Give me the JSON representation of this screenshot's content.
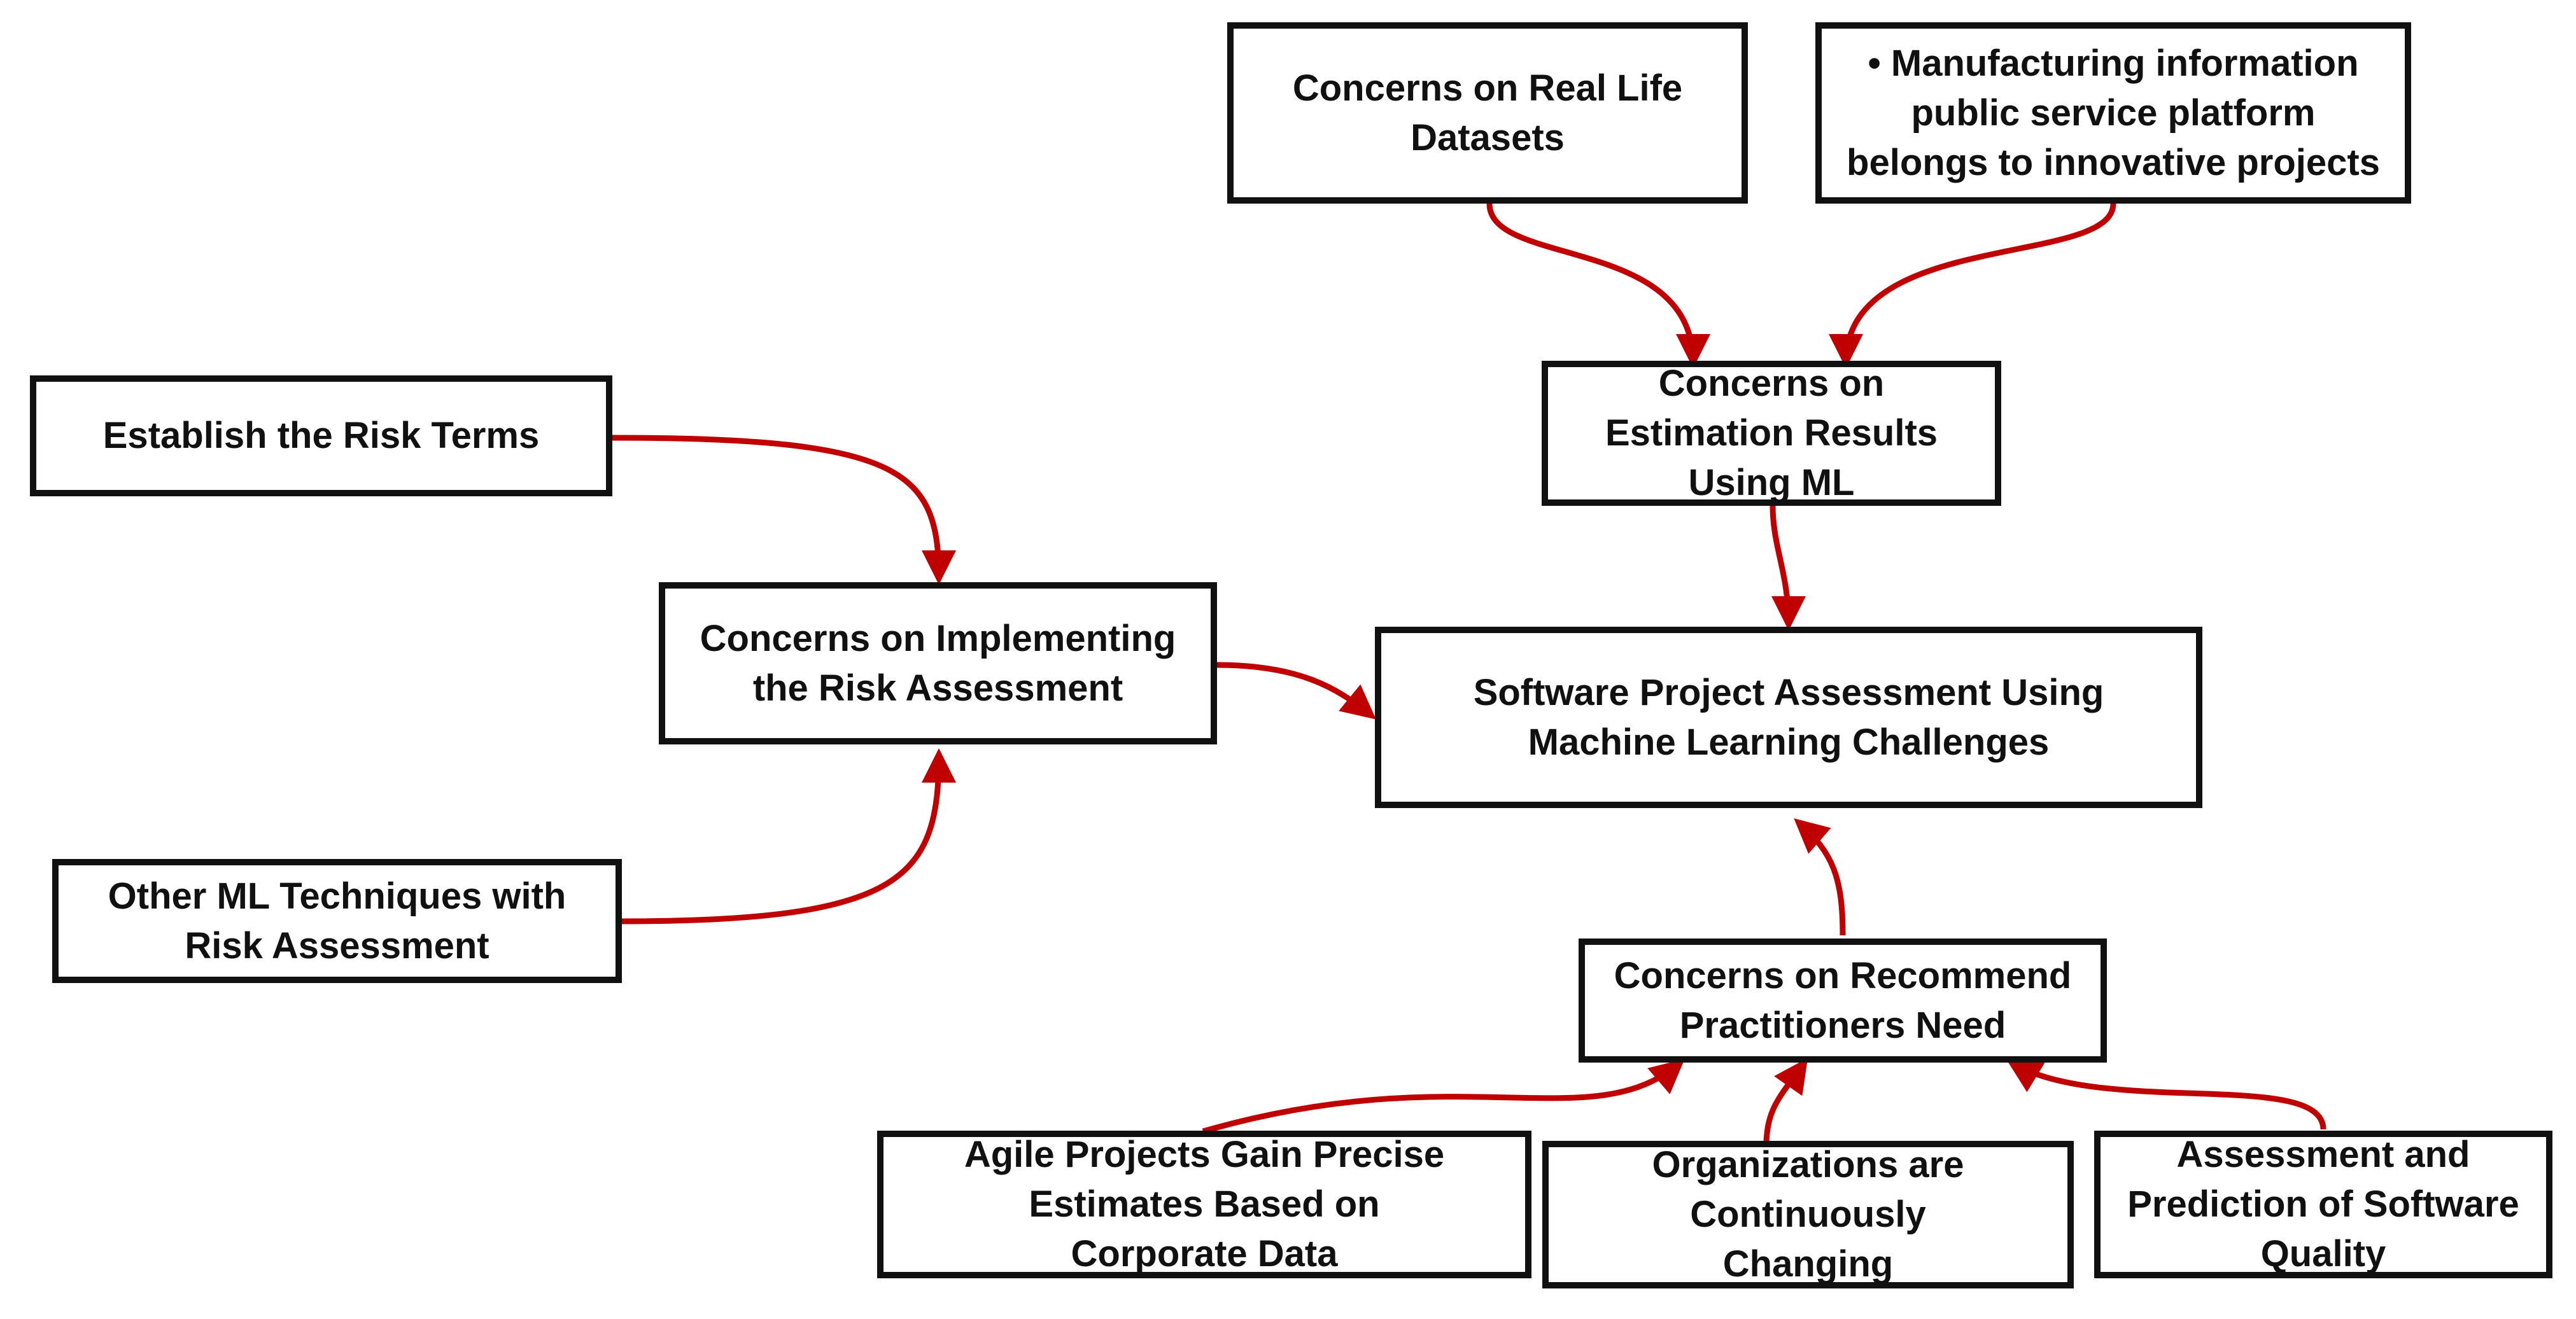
{
  "colors": {
    "arrow": "#c00000",
    "border": "#111111"
  },
  "nodes": {
    "real_life": {
      "text": "Concerns on Real Life\nDatasets"
    },
    "manufacturing": {
      "text": "• Manufacturing information\npublic service platform\nbelongs to innovative projects"
    },
    "estimation_results": {
      "text": "Concerns on\nEstimation Results\nUsing ML"
    },
    "risk_terms": {
      "text": "Establish the Risk Terms"
    },
    "implementing_risk": {
      "text": "Concerns on Implementing\nthe Risk Assessment"
    },
    "central": {
      "text": "Software Project Assessment Using\nMachine Learning Challenges"
    },
    "other_ml": {
      "text": "Other ML Techniques with\nRisk Assessment"
    },
    "recommend": {
      "text": "Concerns on Recommend\nPractitioners Need"
    },
    "agile": {
      "text": "Agile Projects Gain Precise\nEstimates Based on\nCorporate Data"
    },
    "organizations": {
      "text": "Organizations are\nContinuously\nChanging"
    },
    "quality": {
      "text": "Assessment and\nPrediction of Software\nQuality"
    }
  }
}
